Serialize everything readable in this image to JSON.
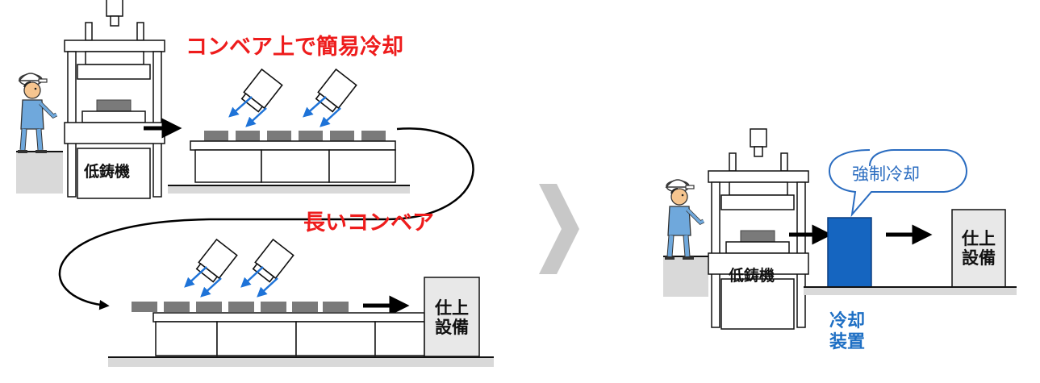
{
  "before": {
    "caption_top": "コンベア上で簡易冷却",
    "caption_mid": "長いコンベア",
    "casting_machine": "低鋳機",
    "finishing_line1": "仕上",
    "finishing_line2": "設備"
  },
  "after": {
    "casting_machine": "低鋳機",
    "bubble": "強制冷却",
    "finishing_line1": "仕上",
    "finishing_line2": "設備",
    "cooling_device_line1": "冷却",
    "cooling_device_line2": "装置"
  },
  "colors": {
    "caption_red": "#ee1c1c",
    "cooling_blue": "#1565c0",
    "cool_arrow_blue": "#1e73d8",
    "workpiece_gray": "#7a7a7a",
    "base_gray": "#d9d9d9"
  },
  "icons": [
    "worker-icon",
    "air-nozzle-icon",
    "transition-arrow-icon"
  ]
}
